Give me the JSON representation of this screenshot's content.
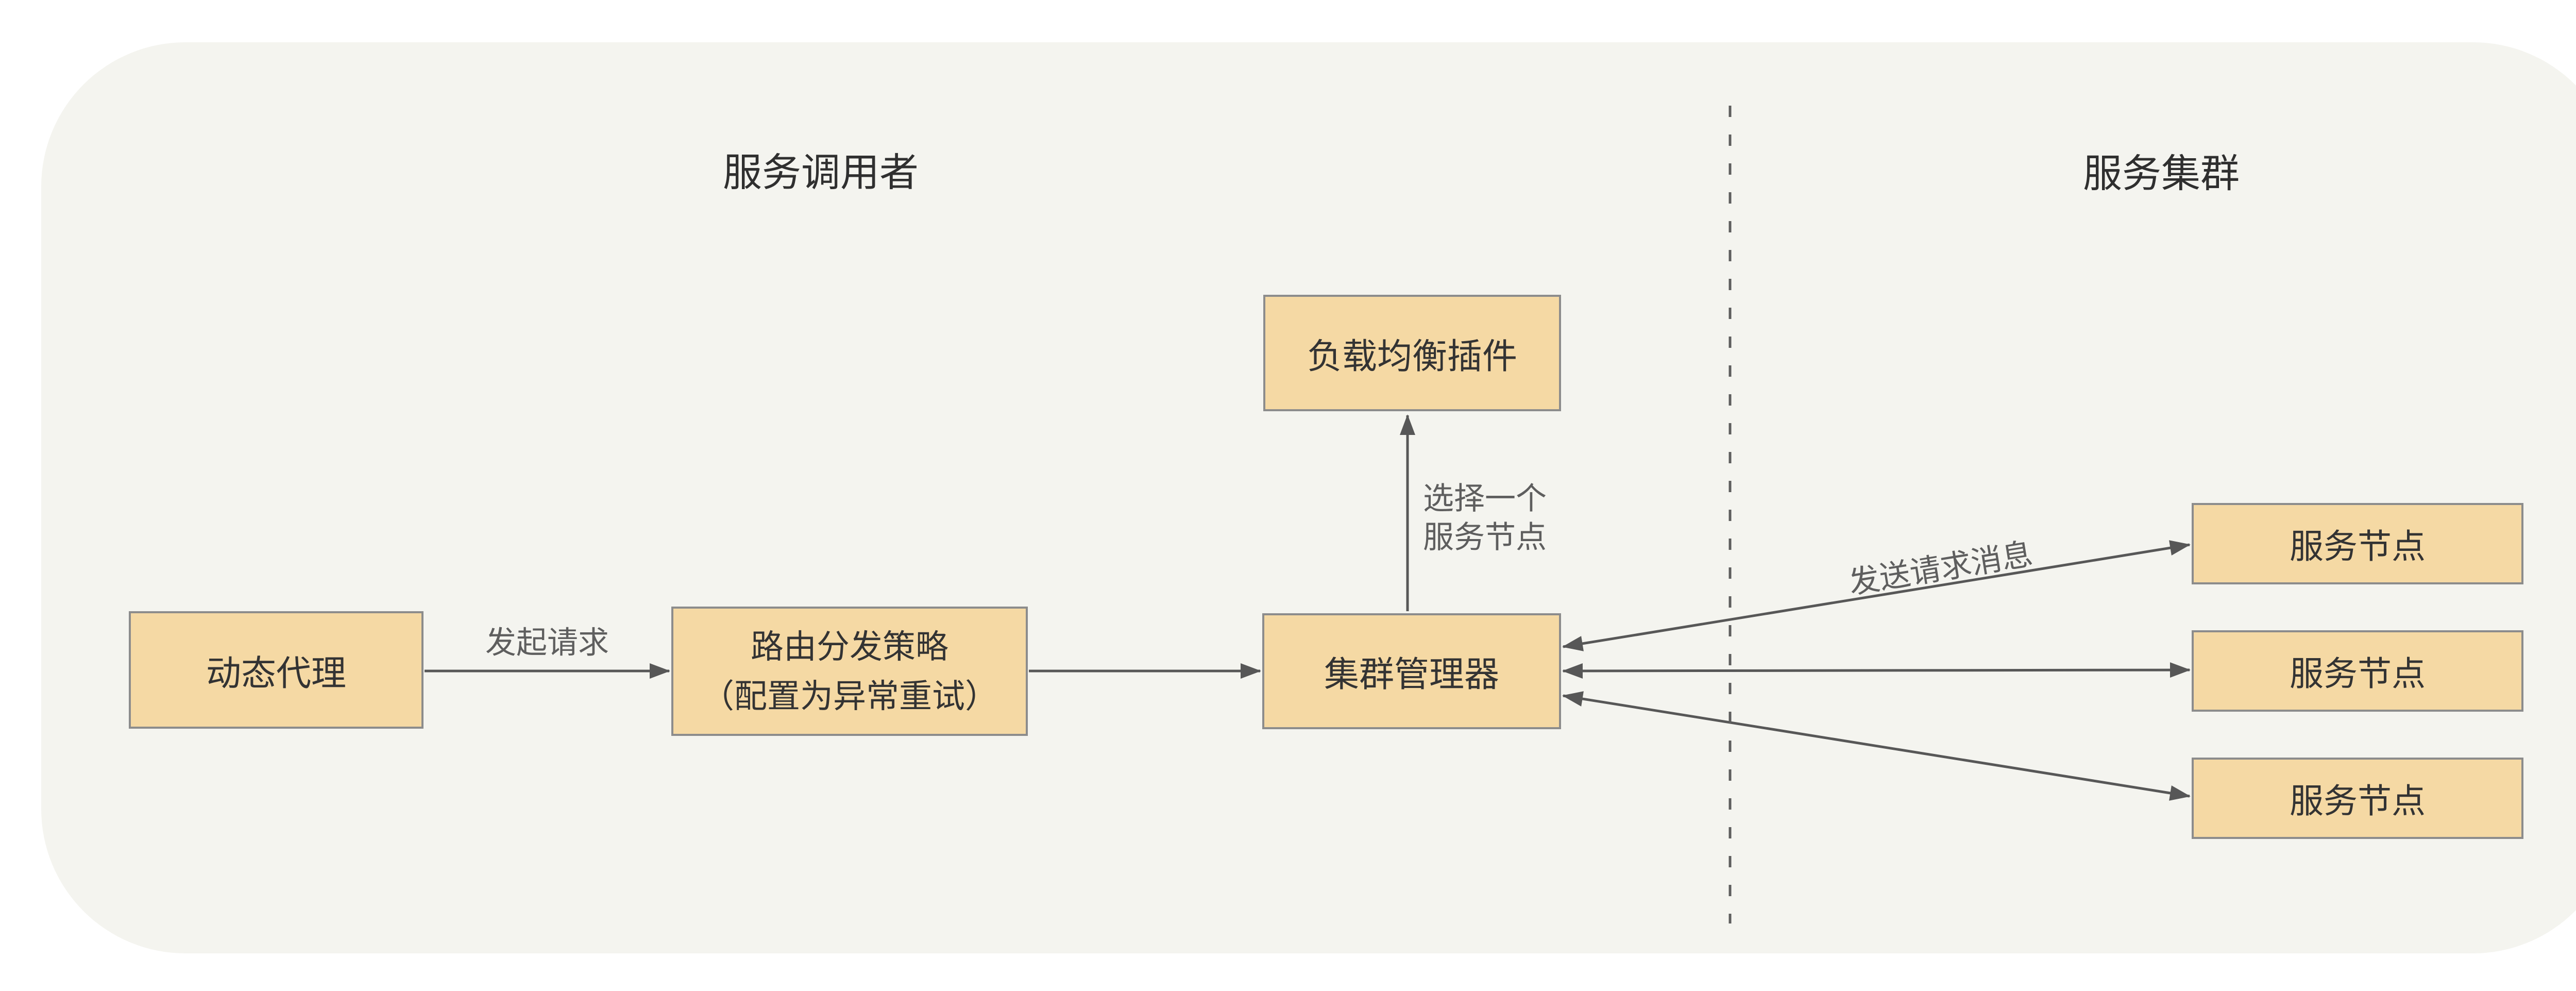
{
  "titles": {
    "left": "服务调用者",
    "right": "服务集群"
  },
  "nodes": {
    "dynamic_proxy": {
      "label": "动态代理"
    },
    "routing_strategy": {
      "line1": "路由分发策略",
      "line2": "（配置为异常重试）"
    },
    "cluster_manager": {
      "label": "集群管理器"
    },
    "load_balancer_plugin": {
      "label": "负载均衡插件"
    },
    "service_nodes": [
      {
        "label": "服务节点"
      },
      {
        "label": "服务节点"
      },
      {
        "label": "服务节点"
      }
    ]
  },
  "edge_labels": {
    "initiate_request": "发起请求",
    "select_one_line1": "选择一个",
    "select_one_line2": "服务节点",
    "send_request_message": "发送请求消息"
  },
  "colors": {
    "page_bg": "#FFFFFF",
    "panel_bg": "#F4F4EF",
    "node_fill": "#F5D9A4",
    "node_border": "#8C8C8C",
    "node_text": "#333333",
    "arrow": "#575757",
    "label_text": "#5E5E5E",
    "divider": "#5E5E5E"
  }
}
